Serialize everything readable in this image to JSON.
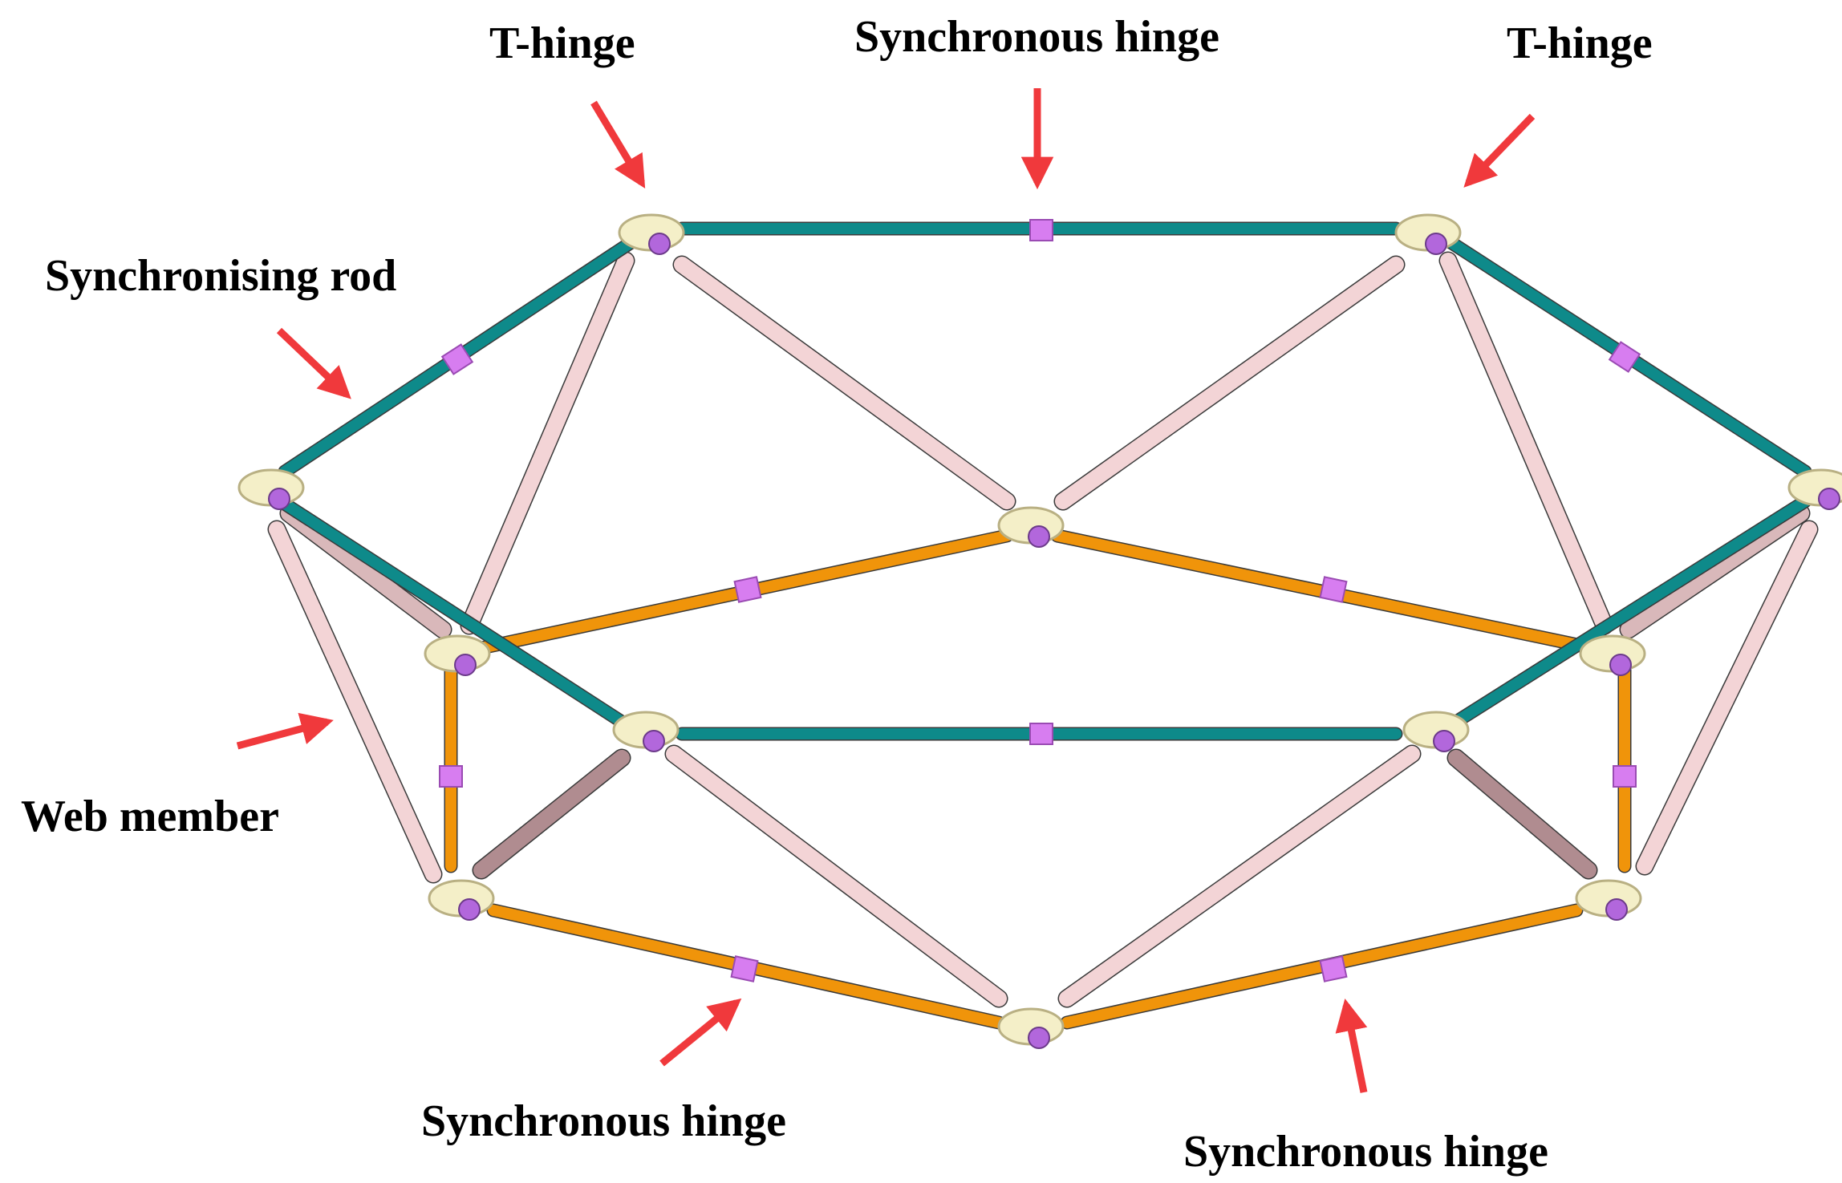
{
  "labels": {
    "t_hinge_left": "T-hinge",
    "sync_hinge_top": "Synchronous hinge",
    "t_hinge_right": "T-hinge",
    "sync_rod": "Synchronising rod",
    "web_member": "Web member",
    "sync_hinge_bottom_left": "Synchronous hinge",
    "sync_hinge_bottom_right": "Synchronous hinge"
  },
  "colors": {
    "teal_rod": "#0e8a8a",
    "orange_rod": "#f0940a",
    "web_member": "#f3d4d6",
    "hinge": "#f4efc8",
    "sync_block": "#d77df0",
    "arrow": "#f0393c"
  }
}
